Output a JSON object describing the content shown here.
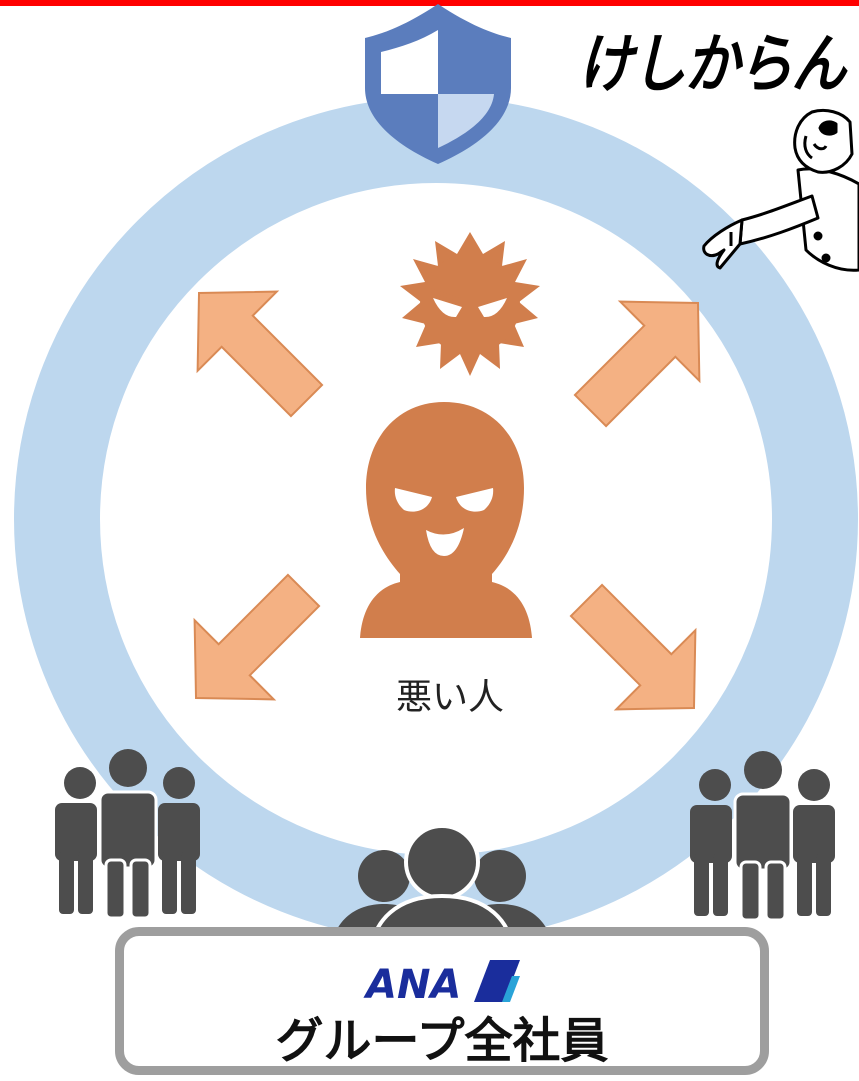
{
  "slogan": "けしからん",
  "center_label": "悪い人",
  "group": {
    "logo_text": "ANA",
    "label": "グループ全社員"
  },
  "colors": {
    "top_bar": "#ff0000",
    "ring": "#bdd7ee",
    "shield_dark": "#5b7dbd",
    "shield_light": "#c6d8f0",
    "villain": "#d17e4c",
    "arrow_fill": "#f4b183",
    "arrow_stroke": "#d98a55",
    "people": "#4d4d4d",
    "box_border": "#9e9e9e",
    "ana_blue": "#1a2d9c"
  },
  "icons": [
    "shield-icon",
    "virus-icon",
    "hacker-icon",
    "arrow-up-left-icon",
    "arrow-up-right-icon",
    "arrow-down-left-icon",
    "arrow-down-right-icon",
    "people-group-left-icon",
    "people-group-right-icon",
    "people-group-center-icon",
    "pointing-man-illustration",
    "ana-logo"
  ]
}
